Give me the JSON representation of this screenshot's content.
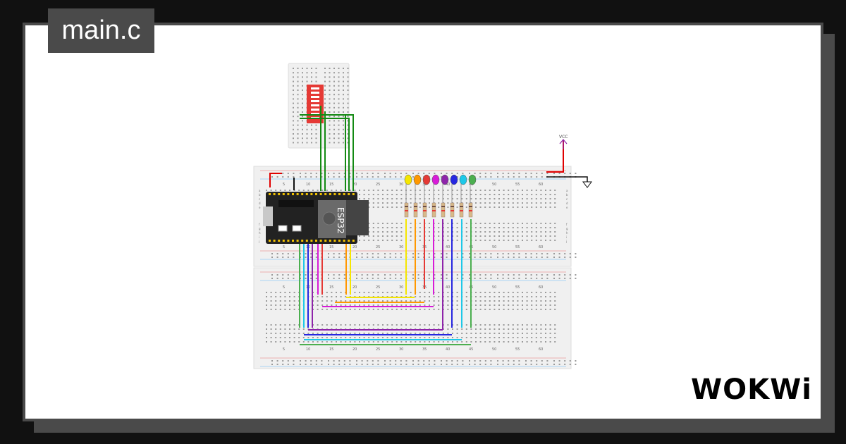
{
  "tab": {
    "filename": "main.c"
  },
  "brand": {
    "name": "WOKWi"
  },
  "chip": {
    "label": "ESP32"
  },
  "power": {
    "vcc_label": "VCC"
  },
  "breadboard": {
    "column_labels": [
      "5",
      "10",
      "15",
      "20",
      "25",
      "30",
      "35",
      "40",
      "45",
      "50",
      "55",
      "60"
    ],
    "row_labels": [
      "a",
      "b",
      "c",
      "d",
      "e",
      "f",
      "g",
      "h",
      "i",
      "j"
    ]
  },
  "leds": {
    "colors": [
      "#f5e600",
      "#ff9800",
      "#e53935",
      "#d81bd8",
      "#8e24aa",
      "#2727e0",
      "#1ec8e8",
      "#4caf50"
    ]
  },
  "colors": {
    "frame": "#4a4a4a",
    "background": "#111111",
    "card": "#ffffff",
    "board": "#f0f0f0",
    "dip_switch": "#e53935",
    "wire_green": "#138a13",
    "wire_red": "#e00000",
    "vcc": "#8e24aa"
  }
}
